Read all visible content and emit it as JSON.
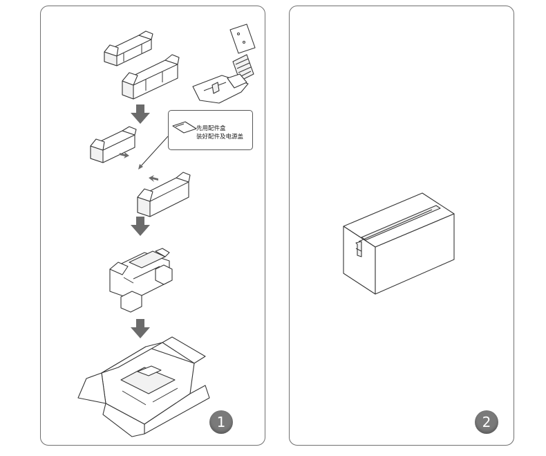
{
  "steps": [
    {
      "number": "1",
      "callout": {
        "line1": "先用配件盒",
        "line2": "装好配件及电源盖"
      }
    },
    {
      "number": "2"
    }
  ],
  "colors": {
    "border": "#6f6f6f",
    "badge": "#7a7a7a",
    "arrow": "#6b6b6b",
    "line": "#333333"
  }
}
